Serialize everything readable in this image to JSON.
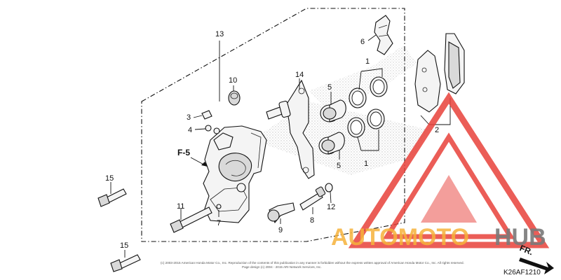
{
  "diagram": {
    "callouts": {
      "c1_top": "1",
      "c1_bottom": "1",
      "c2": "2",
      "c3": "3",
      "c4": "4",
      "c5_top": "5",
      "c5_bottom": "5",
      "c6": "6",
      "c7": "7",
      "c8": "8",
      "c9": "9",
      "c10": "10",
      "c11": "11",
      "c12": "12",
      "c13": "13",
      "c14": "14",
      "c15_top": "15",
      "c15_bottom": "15"
    },
    "ref_label": "F-5",
    "direction_label": "FR.",
    "diagram_code": "K26AF1210",
    "copyright_line1": "(c) 2003-2015 American Honda Motor Co., Inc. Reproduction of the contents of this publication in any manner is forbidden without the express written approval of American Honda Motor Co., Inc. All rights reserved.",
    "copyright_line2": "Page design (c) 2004 - 2015 ARI Network Services, Inc."
  },
  "watermark": {
    "text_orange": "AUTOMOTO",
    "text_gray": "HUB",
    "color_red": "#e8413a",
    "color_orange": "#f6b23a",
    "color_gray": "#7a7a7a"
  }
}
